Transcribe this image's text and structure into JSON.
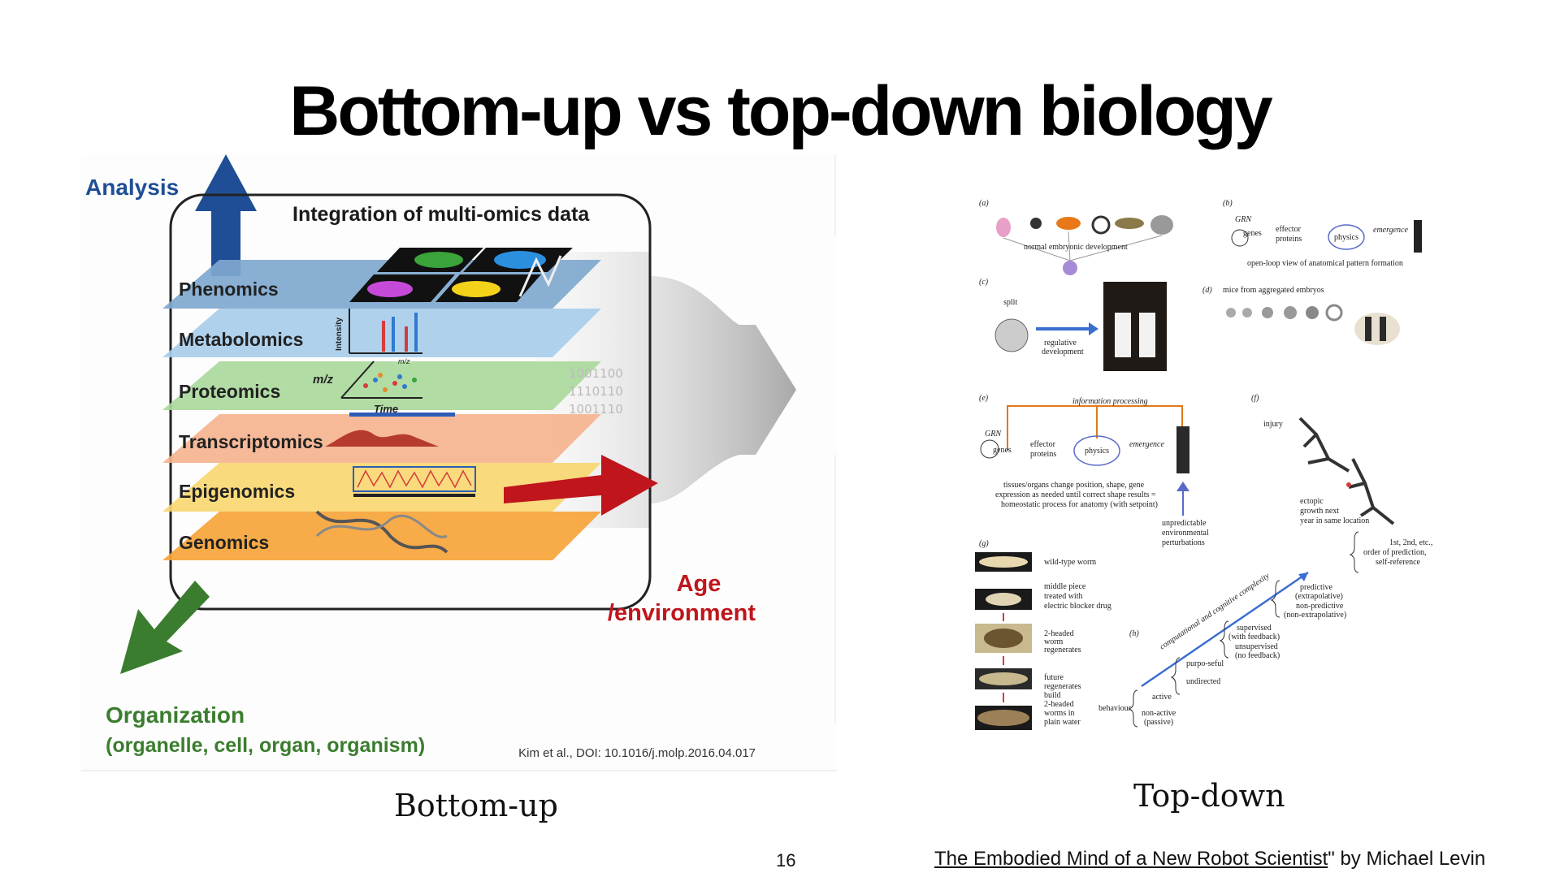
{
  "slide": {
    "title": "Bottom-up vs top-down biology",
    "page_number": "16",
    "credit_link": "The Embodied Mind of a New Robot Scientist",
    "credit_suffix": "\" by Michael Levin"
  },
  "captions": {
    "left": "Bottom-up",
    "right": "Top-down"
  },
  "left_figure": {
    "analysis_label": "Analysis",
    "integration_label": "Integration of multi-omics data",
    "layers": [
      {
        "label": "Phenomics",
        "color": "#7fa8cf"
      },
      {
        "label": "Metabolomics",
        "color": "#a9cdea"
      },
      {
        "label": "Proteomics",
        "color": "#a8d89a"
      },
      {
        "label": "Transcriptomics",
        "color": "#f5b28e"
      },
      {
        "label": "Epigenomics",
        "color": "#f8d66e"
      },
      {
        "label": "Genomics",
        "color": "#f6a43a"
      }
    ],
    "axis_labels": {
      "mz": "m/z",
      "time": "Time",
      "intensity": "Intensity",
      "mz_small": "m/z"
    },
    "binary": [
      "1001100",
      "1110110",
      "1001110"
    ],
    "age_label_1": "Age",
    "age_label_2": "/environment",
    "organization_label": "Organization",
    "organization_sub": "(organelle, cell, organ, organism)",
    "citation": "Kim et al., DOI: 10.1016/j.molp.2016.04.017",
    "colors": {
      "analysis": "#1f4e96",
      "age": "#c0151c",
      "organization": "#3b7d2e"
    }
  },
  "right_figure": {
    "a": {
      "tag": "(a)",
      "caption": "normal embryonic development"
    },
    "b": {
      "tag": "(b)",
      "grn": "GRN",
      "genes": "genes",
      "effector": "effector",
      "proteins": "proteins",
      "physics": "physics",
      "emergence": "emergence",
      "caption": "open-loop view of anatomical pattern formation"
    },
    "c": {
      "tag": "(c)",
      "split": "split",
      "reg1": "regulative",
      "reg2": "development"
    },
    "d": {
      "tag": "(d)",
      "caption": "mice from aggregated embryos"
    },
    "e": {
      "tag": "(e)",
      "info": "information processing",
      "grn": "GRN",
      "genes": "genes",
      "effector": "effector",
      "proteins": "proteins",
      "physics": "physics",
      "emergence": "emergence",
      "desc": [
        "tissues/organs change position, shape, gene",
        "expression as needed until correct shape results =",
        "homeostatic process for anatomy (with setpoint)"
      ],
      "pert": [
        "unpredictable",
        "environmental",
        "perturbations"
      ]
    },
    "f": {
      "tag": "(f)",
      "injury": "injury",
      "ectopic": [
        "ectopic",
        "growth next",
        "year in same location"
      ]
    },
    "g": {
      "tag": "(g)",
      "rows": [
        [
          "wild-type worm"
        ],
        [
          "middle piece",
          "treated with",
          "electric blocker drug"
        ],
        [
          "2-headed",
          "worm",
          "regenerates"
        ],
        [
          "future",
          "regenerates",
          "build",
          "2-headed",
          "worms in",
          "plain water"
        ]
      ]
    },
    "h": {
      "tag": "(h)",
      "diag": "computational and cognitive complexity",
      "behaviour": "behaviour",
      "active": "active",
      "nonactive": "non-active",
      "passive": "(passive)",
      "purposeful": "purpo-seful",
      "undirected": "undirected",
      "supervised": "supervised",
      "with_fb": "(with feedback)",
      "unsupervised": "unsupervised",
      "no_fb": "(no feedback)",
      "predictive": "predictive",
      "extrap": "(extrapolative)",
      "nonpred": "non-predictive",
      "nonextrap": "(non-extrapolative)",
      "order1": "1st, 2nd, etc.,",
      "order2": "order of prediction,",
      "order3": "self-reference"
    }
  }
}
